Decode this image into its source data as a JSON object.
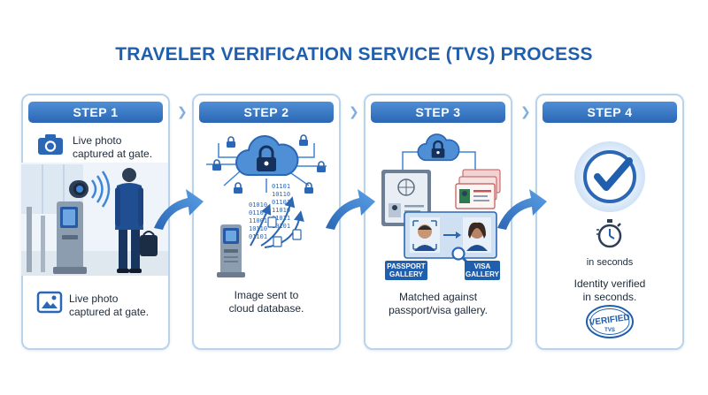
{
  "title": "TRAVELER VERIFICATION SERVICE (TVS) PROCESS",
  "steps": [
    {
      "label": "STEP 1",
      "caption_top": [
        "Live photo",
        "captured at gate."
      ],
      "caption_bottom": [
        "Live photo",
        "captured at gate."
      ]
    },
    {
      "label": "STEP 2",
      "caption": [
        "Image sent to",
        "cloud database."
      ],
      "binary_a": [
        "01101",
        "10110",
        "01101",
        "11010",
        "01011",
        "10101"
      ],
      "binary_b": [
        "01010",
        "01101",
        "11001",
        "10110",
        "01101"
      ]
    },
    {
      "label": "STEP 3",
      "caption": [
        "Matched against",
        "passport/visa gallery."
      ],
      "chip_passport": [
        "PASSPORT",
        "GALLERY"
      ],
      "chip_visa": [
        "VISA",
        "GALLERY"
      ]
    },
    {
      "label": "STEP 4",
      "time_label": "in seconds",
      "caption": [
        "Identity verified",
        "in seconds."
      ],
      "stamp_main": "VERIFIED",
      "stamp_sub": "TVS"
    }
  ],
  "colors": {
    "primary": "#1f5fae",
    "accent": "#3f86d4",
    "panel_border": "#b9d3ec"
  }
}
